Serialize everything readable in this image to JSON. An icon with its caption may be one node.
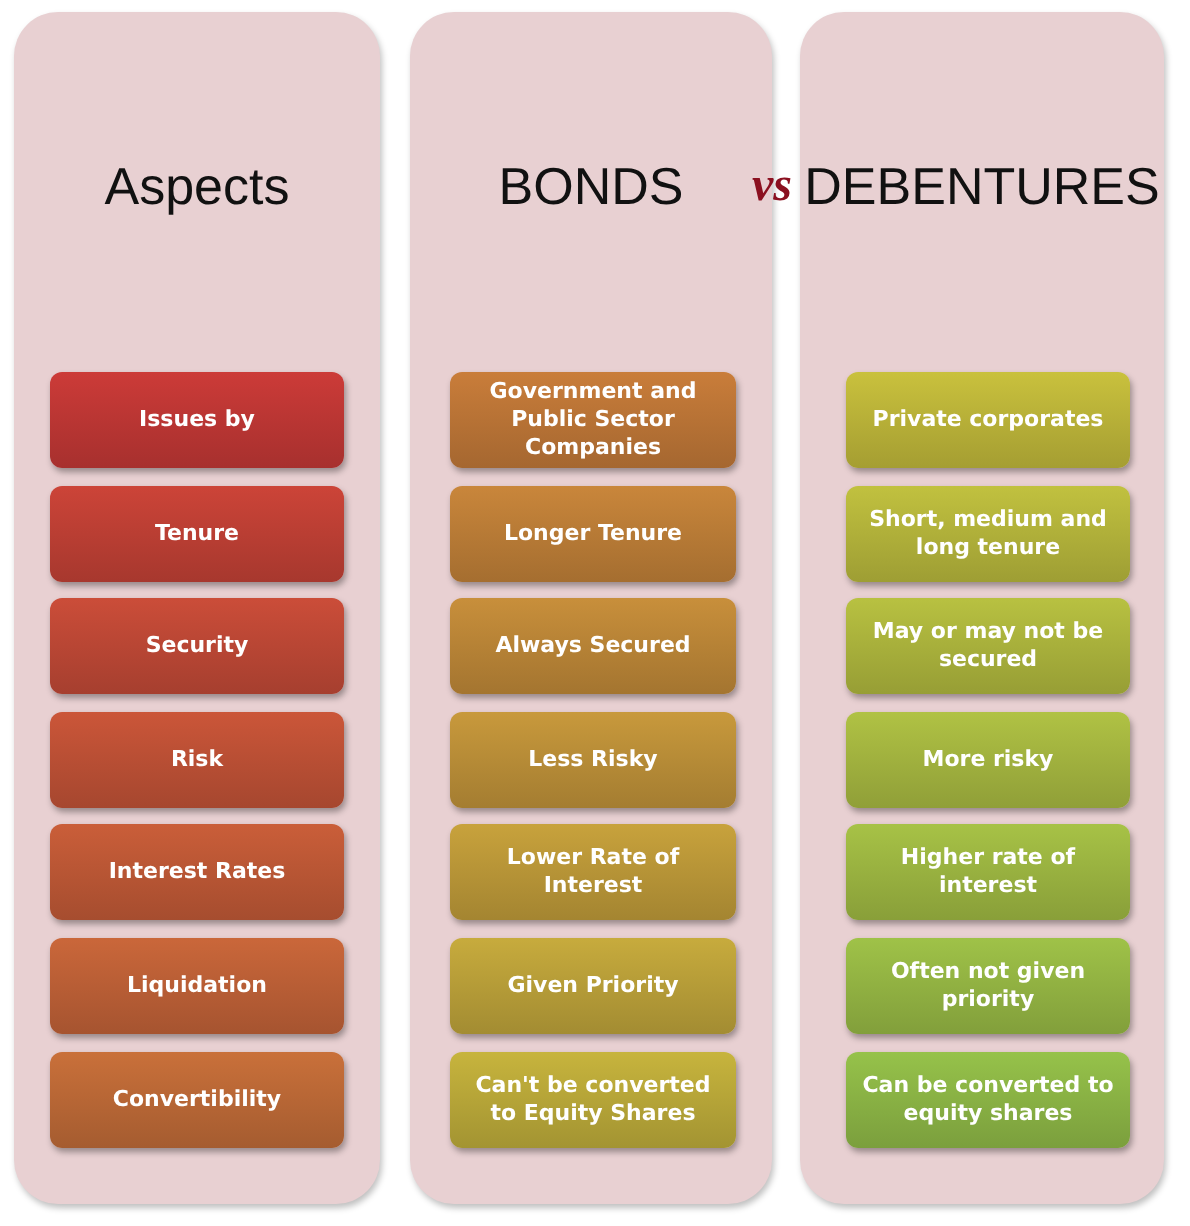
{
  "diagram": {
    "nodes": [
      {
        "text": [
          "Aspects"
        ]
      },
      {
        "text": [
          "Issues by"
        ],
        "in": 0
      },
      {
        "text": [
          "Tenure"
        ],
        "in": 0
      },
      {
        "text": [
          "Security"
        ],
        "in": 0
      },
      {
        "text": [
          "Risk"
        ],
        "in": 0
      },
      {
        "text": [
          "Interest Rates"
        ],
        "in": 0
      },
      {
        "text": [
          "Liquidation"
        ],
        "in": 0
      },
      {
        "text": [
          "Convertibility"
        ],
        "in": 0
      },
      {
        "text": [
          "BONDS"
        ]
      },
      {
        "text": [
          "Government and Public Sector Companies"
        ],
        "in": 8
      },
      {
        "text": [
          "Longer Tenure"
        ],
        "in": 8
      },
      {
        "text": [
          "Always Secured"
        ],
        "in": 8
      },
      {
        "text": [
          "Less Risky"
        ],
        "in": 8
      },
      {
        "text": [
          "Lower Rate of Interest"
        ],
        "in": 8
      },
      {
        "text": [
          "Given Priority"
        ],
        "in": 8
      },
      {
        "text": [
          "Can't be converted to Equity Shares"
        ],
        "in": 8
      },
      {
        "text": [
          "DEBENTURES"
        ]
      },
      {
        "text": [
          "Private corporates"
        ],
        "in": 16
      },
      {
        "text": [
          "Short, medium and long tenure"
        ],
        "in": 16
      },
      {
        "text": [
          "May or may not be secured"
        ],
        "in": 16
      },
      {
        "text": [
          "More risky"
        ],
        "in": 16
      },
      {
        "text": [
          "Higher rate of interest"
        ],
        "in": 16
      },
      {
        "text": [
          "Often not given priority"
        ],
        "in": 16
      },
      {
        "text": [
          "Can be converted to equity shares"
        ],
        "in": 16
      }
    ],
    "labels": [
      "vs"
    ]
  }
}
